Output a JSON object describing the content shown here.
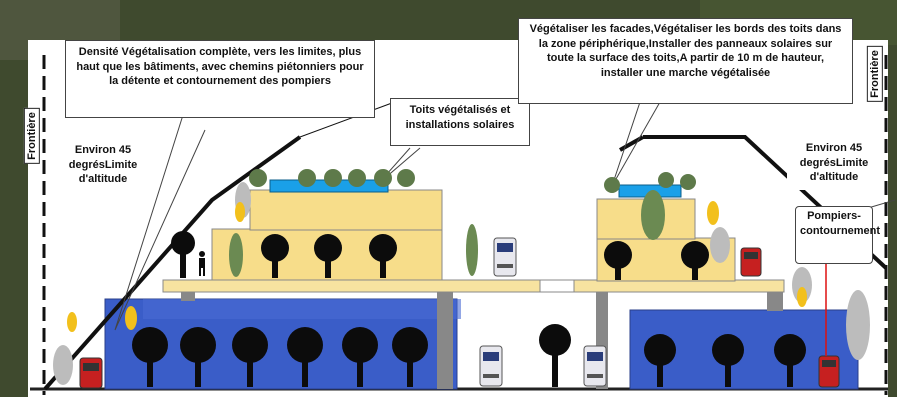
{
  "callouts": {
    "density": "Densité Végétalisation complète, vers les limites, plus haut que les bâtiments, avec chemins piétonniers pour la détente et contournement des pompiers",
    "roofs": "Toits végétalisés et installations solaires",
    "facades": "Végétaliser les facades,Végétaliser les bords des toits dans la zone périphérique,Installer des panneaux solaires sur toute la surface des toits,A partir de 10 m de hauteur, installer une marche végétalisée",
    "altitude_left": "Environ 45 degrésLimite d'altitude",
    "altitude_right": "Environ 45 degrésLimite d'altitude",
    "firefighters": "Pompiers-contournement"
  },
  "labels": {
    "frontier_left": "Frontière",
    "frontier_right": "Frontière"
  },
  "colors": {
    "building_yellow": "#f7dd8a",
    "building_blue": "#3a5dc8",
    "solar_panel": "#1aa0e8",
    "platform": "#f7e3a0",
    "tree_dark": "#0c0c0c",
    "pillar": "#888888",
    "ground_bg": "#3f4a2e"
  }
}
